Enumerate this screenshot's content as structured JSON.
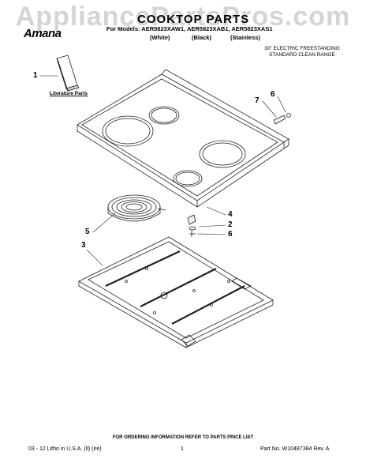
{
  "watermark": "AppliancePartsPros.com",
  "brand": "Amana",
  "header": {
    "title": "COOKTOP PARTS",
    "models_line": "For Models: AER5823XAW1, AER5823XAB1, AER5823XAS1",
    "variants": [
      "(White)",
      "(Black)",
      "(Stainless)"
    ],
    "range_desc_line1": "30\" ELECTRIC FREESTANDING",
    "range_desc_line2": "STANDARD CLEAN RANGE"
  },
  "literature_label": "Literature Parts",
  "callouts": [
    "1",
    "7",
    "6",
    "4",
    "2",
    "6",
    "5",
    "3"
  ],
  "footer": {
    "note": "FOR ORDERING INFORMATION REFER TO PARTS PRICE LIST",
    "print_info": "03 - 12 Litho in U.S.A. (ll) (ire)",
    "page_number": "1",
    "part_number": "Part No. W10487384 Rev. A"
  },
  "colors": {
    "line": "#222222",
    "watermark": "#a0a0a0"
  }
}
